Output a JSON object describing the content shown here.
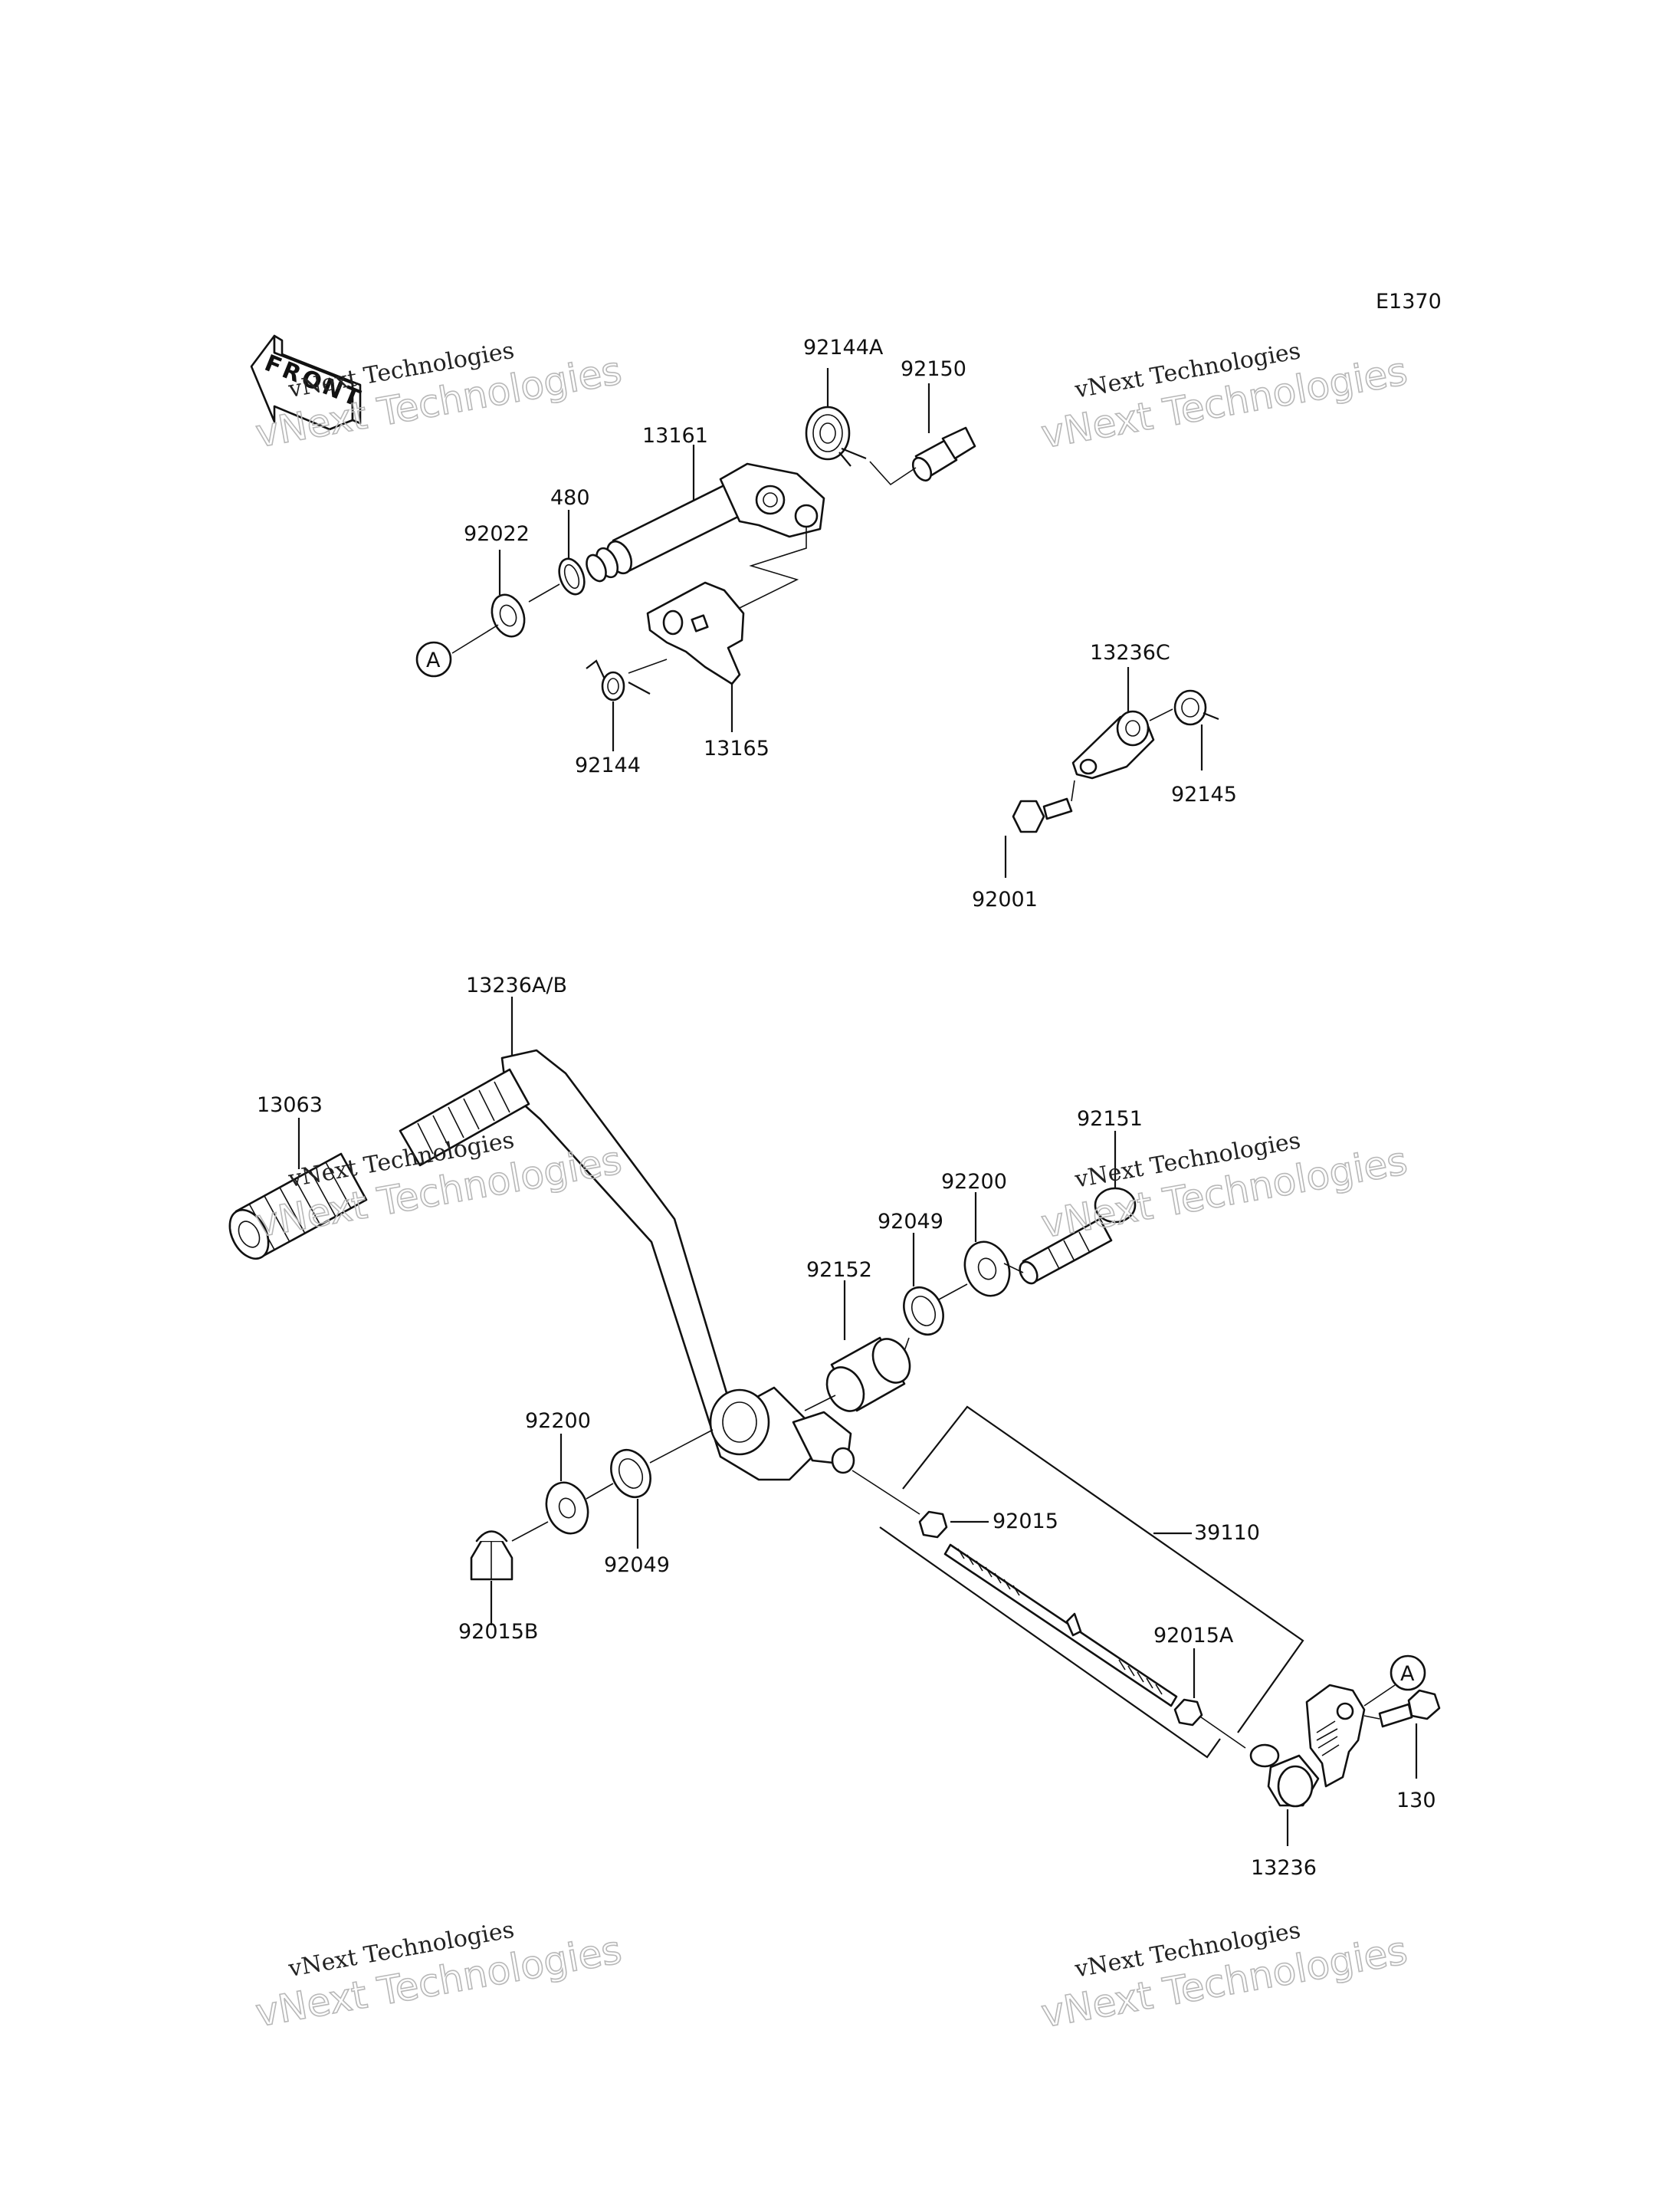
{
  "diagram_code": "E1370",
  "front_label": "FRONT",
  "callout_a": "A",
  "watermark": {
    "line1": "vNext Technologies",
    "line2": "vNext Technologies"
  },
  "part_labels": {
    "p92144A": "92144A",
    "p92150": "92150",
    "p13161": "13161",
    "p480": "480",
    "p92022": "92022",
    "p92144": "92144",
    "p13165": "13165",
    "p13236C": "13236C",
    "p92145": "92145",
    "p92001": "92001",
    "p13236AB": "13236A/B",
    "p13063": "13063",
    "p92151": "92151",
    "p92200_top": "92200",
    "p92049_top": "92049",
    "p92152": "92152",
    "p92200_bot": "92200",
    "p92049_bot": "92049",
    "p92015B": "92015B",
    "p92015": "92015",
    "p39110": "39110",
    "p92015A": "92015A",
    "p130": "130",
    "p13236": "13236"
  }
}
